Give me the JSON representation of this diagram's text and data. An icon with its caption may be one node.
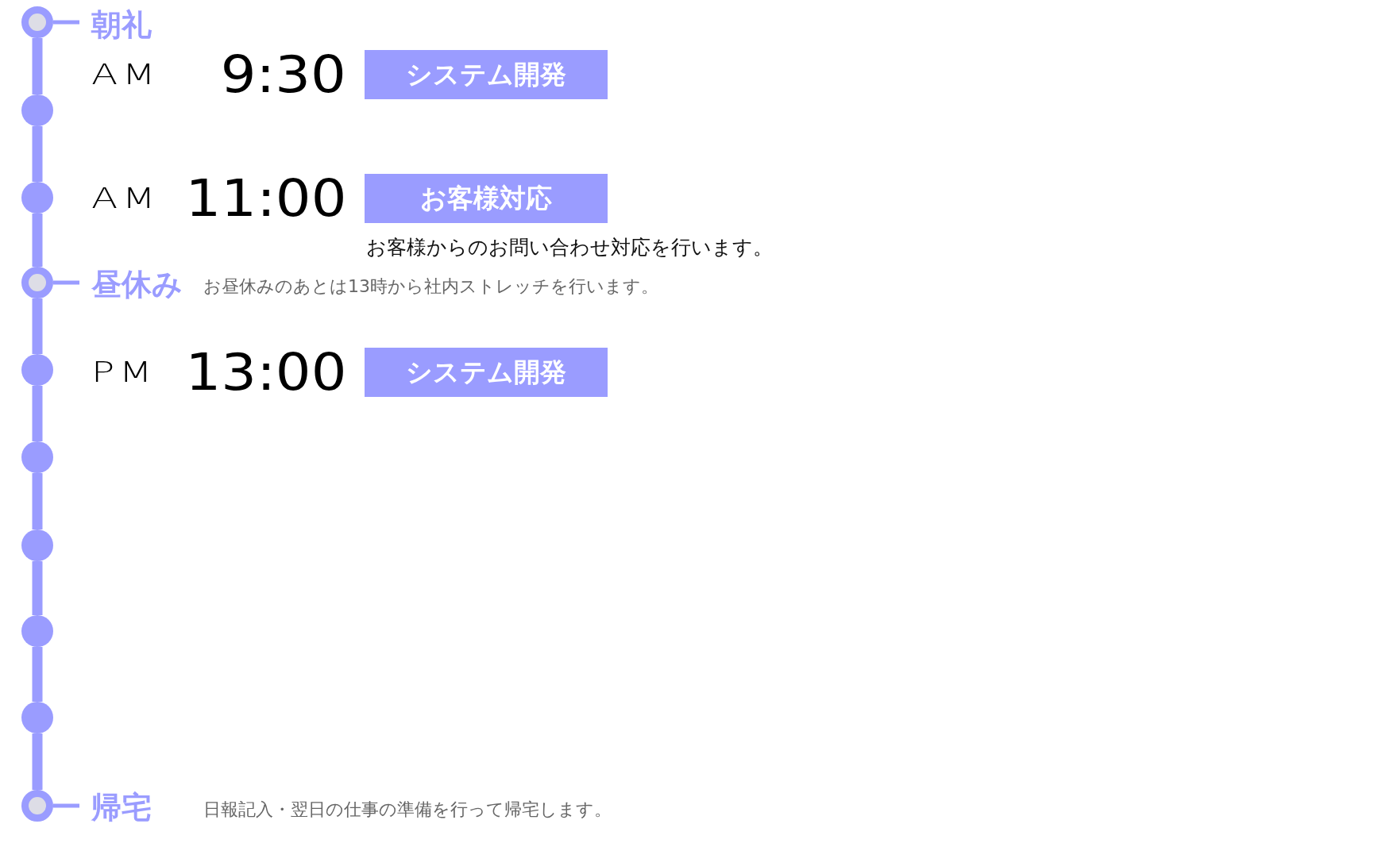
{
  "diagram": {
    "nodes": [
      {
        "text": [],
        "shape": "circle"
      },
      {
        "text": [],
        "shape": "circle"
      },
      {
        "text": [],
        "shape": "circle"
      },
      {
        "text": [],
        "shape": "circle"
      },
      {
        "text": [],
        "shape": "circle"
      },
      {
        "text": [],
        "shape": "circle"
      },
      {
        "text": [],
        "shape": "circle"
      },
      {
        "text": [],
        "shape": "circle"
      },
      {
        "text": [],
        "shape": "circle"
      },
      {
        "text": [],
        "shape": "circle"
      },
      {
        "text": [
          "朝礼"
        ]
      },
      {
        "text": [
          "昼休み"
        ],
        "beside": [
          "お昼休みのあとは13時から社内ストレッチを行います。"
        ]
      },
      {
        "text": [
          "帰宅"
        ],
        "beside": [
          "日報記入・翌日の仕事の準備を行って帰宅します。"
        ]
      },
      {
        "text": [
          "システム開発"
        ]
      },
      {
        "text": [
          "お客様対応"
        ],
        "beside": [
          "お客様からのお問い合わせ対応を行います。"
        ]
      },
      {
        "text": [
          "システム開発"
        ]
      }
    ],
    "labels": [
      "AM",
      "9:30",
      "AM",
      "11:00",
      "PM",
      "13:00"
    ],
    "edges": [
      {
        "from": 0,
        "to": 1,
        "arrow": "none"
      },
      {
        "from": 1,
        "to": 2,
        "arrow": "none"
      },
      {
        "from": 2,
        "to": 3,
        "arrow": "none"
      },
      {
        "from": 3,
        "to": 4,
        "arrow": "none"
      },
      {
        "from": 4,
        "to": 5,
        "arrow": "none"
      },
      {
        "from": 5,
        "to": 6,
        "arrow": "none"
      },
      {
        "from": 6,
        "to": 7,
        "arrow": "none"
      },
      {
        "from": 7,
        "to": 8,
        "arrow": "none"
      },
      {
        "from": 8,
        "to": 9,
        "arrow": "none"
      },
      {
        "from": 0,
        "to": 10,
        "arrow": "none"
      },
      {
        "from": 3,
        "to": 11,
        "arrow": "none"
      },
      {
        "from": 9,
        "to": 12,
        "arrow": "none"
      }
    ]
  }
}
